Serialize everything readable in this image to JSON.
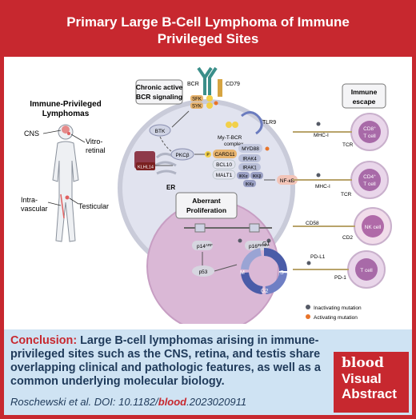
{
  "title_line1": "Primary Large B-Cell Lymphoma of Immune",
  "title_line2": "Privileged Sites",
  "figure": {
    "left_title_1": "Immune-Privileged",
    "left_title_2": "Lymphomas",
    "cns": "CNS",
    "vitro_1": "Vitro-",
    "vitro_2": "retinal",
    "intra_1": "Intra-",
    "intra_2": "vascular",
    "testicular": "Testicular",
    "bcr_box_1": "Chronic active",
    "bcr_box_2": "BCR signaling",
    "bcr": "BCR",
    "cd79": "CD79",
    "sfk": "SFK",
    "syk": "SYK",
    "p": "P",
    "btk": "BTK",
    "tlr9": "TLR9",
    "my_t_bcr_1": "My-T-BCR",
    "my_t_bcr_2": "complex",
    "pkcb": "PKCβ",
    "card11": "CARD11",
    "myd88": "MYD88",
    "bcl10": "BCL10",
    "irak4_1": "IRAK4",
    "irak1": "IRAK1",
    "malt1": "MALT1",
    "ikka": "IKKα",
    "ikkb": "IKKβ",
    "ikkg": "IKKγ",
    "nfkb": "NF-κB",
    "klhl14": "KLHL14",
    "er": "ER",
    "prolif_1": "Aberrant",
    "prolif_2": "Proliferation",
    "p14_main": "p14",
    "p14_sup": "ARF",
    "p16_main": "p16",
    "p16_sup": "INK4A",
    "p53": "p53",
    "g1": "G1",
    "s": "S",
    "g2": "G2",
    "m": "M",
    "escape_1": "Immune",
    "escape_2": "escape",
    "mhc1": "MHC-I",
    "tcr": "TCR",
    "cd8": "CD8",
    "cd4": "CD4",
    "plus": "+",
    "tcell": "T cell",
    "cd58": "CD58",
    "cd2": "CD2",
    "nkcell": "NK cell",
    "pdl1": "PD-L1",
    "pd1": "PD-1",
    "legend_inact": "Inactivating mutation",
    "legend_act": "Activating mutation",
    "color_inactivating": "#555a66",
    "color_activating": "#e8742a"
  },
  "conclusion_label": "Conclusion:",
  "conclusion_text": " Large B-cell lymphomas arising in immune-privileged sites such as the CNS, retina, and testis share overlapping clinical and pathologic features, as well as a common underlying molecular biology.",
  "citation_pre": "Roschewski et al. DOI: 10.1182/",
  "citation_bold": "blood",
  "citation_post": ".2023020911",
  "logo_1": "blood",
  "logo_2": "Visual",
  "logo_3": "Abstract"
}
